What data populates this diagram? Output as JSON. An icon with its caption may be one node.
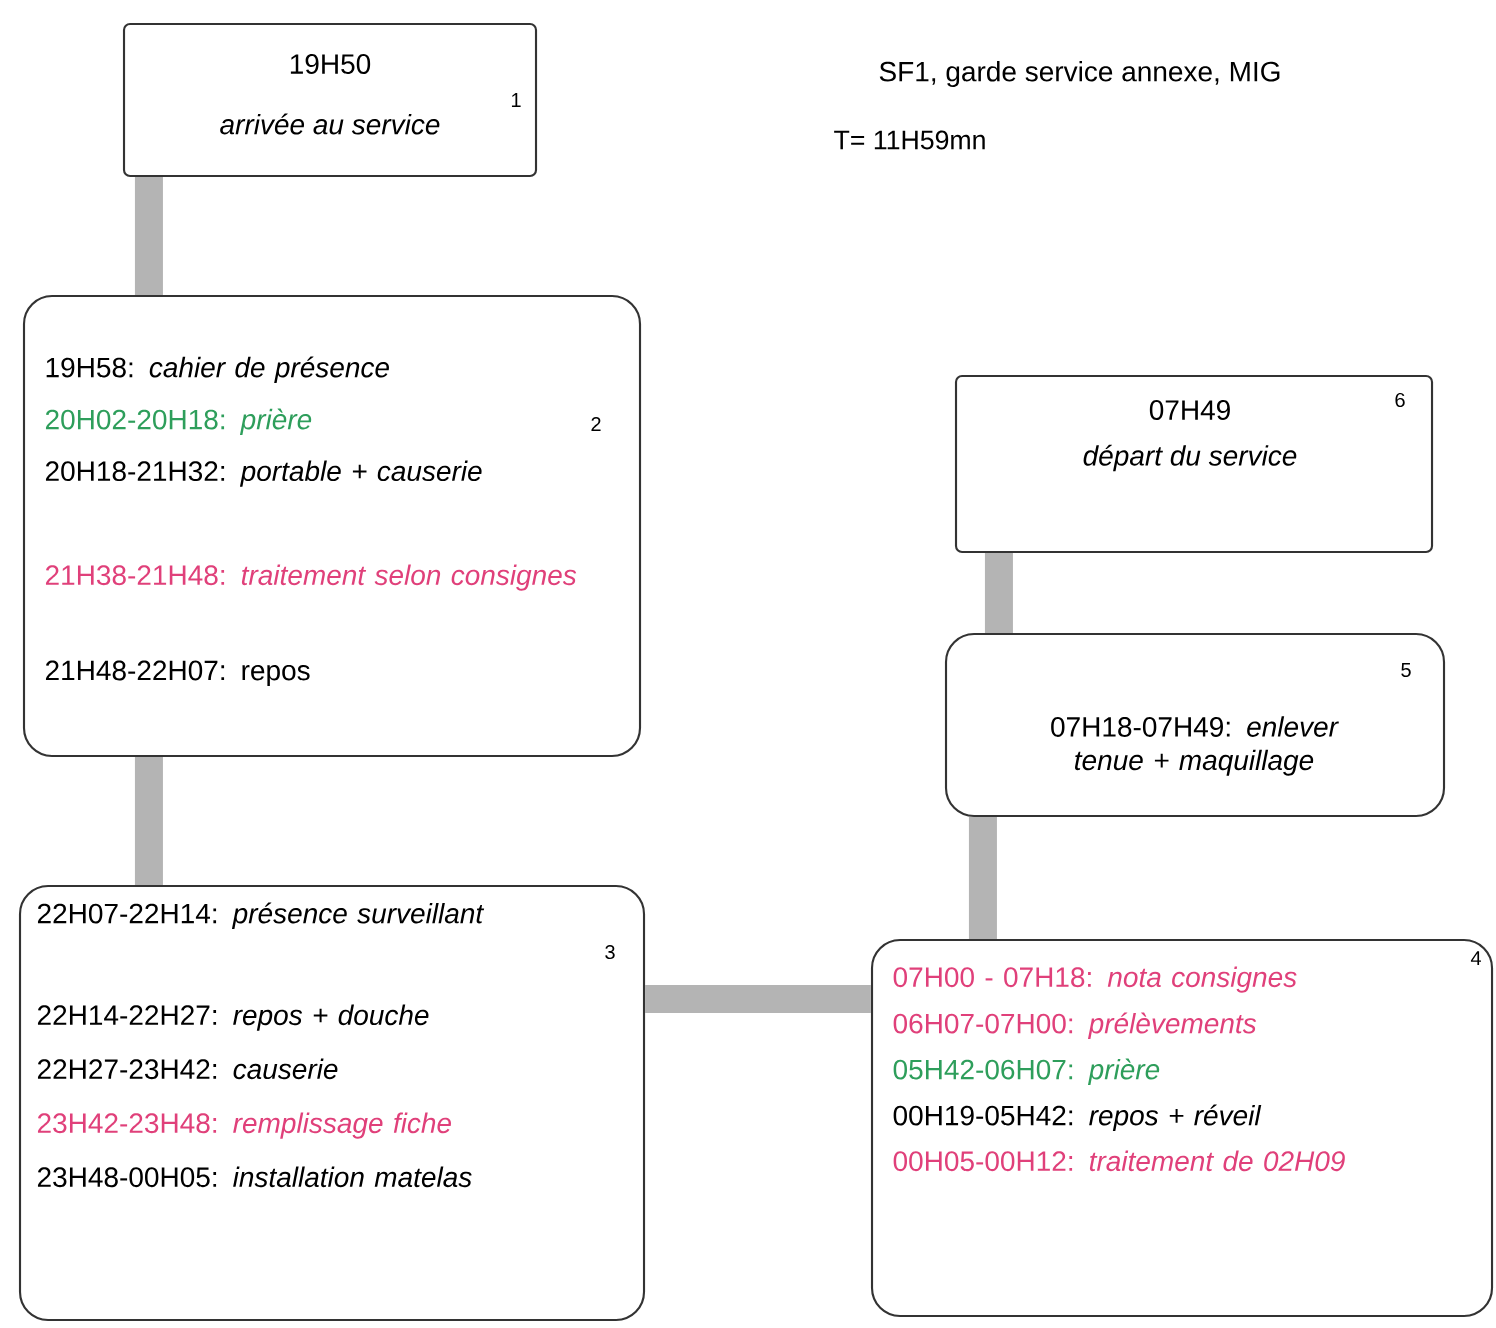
{
  "diagram": {
    "title": "SF1, garde service annexe, MIG",
    "nodes": [
      {
        "text": [
          "19H50",
          "arrivée au service",
          "1"
        ]
      },
      {
        "text": [
          "19H58: *cahier de présence*",
          "20H02-20H18: *prière*",
          "20H18-21H32: *portable + causerie*",
          "21H38-21H48: *traitement selon consignes*",
          "21H48-22H07: repos",
          "2"
        ]
      },
      {
        "text": [
          "22H07-22H14: *présence surveillant*",
          "22H14-22H27: *repos + douche*",
          "22H27-23H42: *causerie*",
          "23H42-23H48: *remplissage fiche*",
          "23H48-00H05: *installation matelas*",
          "3"
        ]
      },
      {
        "text": [
          "07H00 - 07H18: *nota consignes*",
          "06H07-07H00: *prélèvements*",
          "05H42-06H07: *prière*",
          "00H19-05H42: *repos + réveil*",
          "00H05-00H12: *traitement de 02H09*",
          "4"
        ]
      },
      {
        "text": [
          "5",
          "07H18-07H49: *enlever tenue + maquillage*"
        ]
      },
      {
        "text": [
          "07H49",
          "départ du service",
          "6"
        ]
      }
    ],
    "edges": [
      {
        "from": 0,
        "to": 1,
        "arrow": "none"
      },
      {
        "from": 1,
        "to": 2,
        "arrow": "none"
      },
      {
        "from": 2,
        "to": 3,
        "arrow": "none"
      },
      {
        "from": 3,
        "to": 4,
        "arrow": "none"
      },
      {
        "from": 4,
        "to": 5,
        "arrow": "none"
      }
    ],
    "labels": [
      "T= 11H59mn"
    ]
  }
}
